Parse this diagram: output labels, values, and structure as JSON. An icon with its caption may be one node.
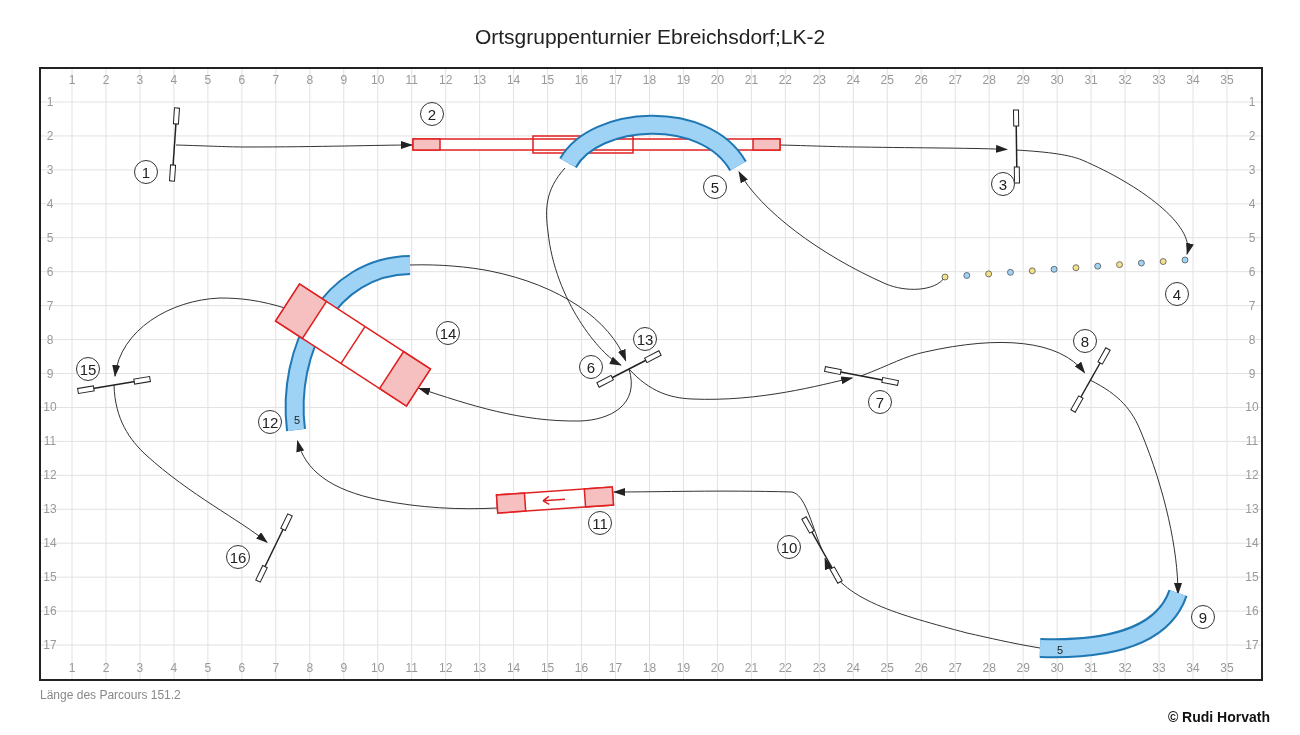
{
  "diagram": {
    "title": "Ortsgruppenturnier Ebreichsdorf;LK-2",
    "nodes": [
      {
        "text": [],
        "shape": "bar",
        "beside": [
          "1"
        ]
      },
      {
        "text": [],
        "shape": "plank",
        "beside": [
          "2"
        ]
      },
      {
        "text": [],
        "shape": "bar",
        "beside": [
          "3"
        ]
      },
      {
        "text": [],
        "shape": "poles",
        "beside": [
          "4"
        ]
      },
      {
        "text": [],
        "shape": "tube",
        "beside": [
          "5"
        ]
      },
      {
        "text": [],
        "shape": "bar",
        "beside": [
          "6",
          "13"
        ]
      },
      {
        "text": [],
        "shape": "bar",
        "beside": [
          "7"
        ]
      },
      {
        "text": [],
        "shape": "bar",
        "beside": [
          "8"
        ]
      },
      {
        "text": [
          "5"
        ],
        "beside": [
          "9"
        ]
      },
      {
        "text": [],
        "shape": "bar",
        "beside": [
          "10"
        ]
      },
      {
        "text": [],
        "shape": "plank",
        "beside": [
          "11"
        ]
      },
      {
        "text": [
          "5"
        ],
        "beside": [
          "12"
        ]
      },
      {
        "text": [],
        "shape": "ramp",
        "beside": [
          "14"
        ]
      },
      {
        "text": [],
        "shape": "bar",
        "beside": [
          "15"
        ]
      },
      {
        "text": [],
        "shape": "bar",
        "beside": [
          "16"
        ]
      }
    ],
    "edges": [
      {
        "from": 0,
        "to": 1,
        "arrow": "to"
      },
      {
        "from": 1,
        "to": 2,
        "arrow": "to"
      },
      {
        "from": 2,
        "to": 3,
        "arrow": "to"
      },
      {
        "from": 3,
        "to": 4,
        "arrow": "to"
      },
      {
        "from": 4,
        "to": 5,
        "arrow": "to"
      },
      {
        "from": 5,
        "to": 6,
        "arrow": "to"
      },
      {
        "from": 6,
        "to": 7,
        "arrow": "to"
      },
      {
        "from": 7,
        "to": 8,
        "arrow": "to"
      },
      {
        "from": 8,
        "to": 9,
        "arrow": "to"
      },
      {
        "from": 9,
        "to": 10,
        "arrow": "to"
      },
      {
        "from": 10,
        "to": 11,
        "arrow": "to"
      },
      {
        "from": 11,
        "to": 5,
        "arrow": "to"
      },
      {
        "from": 5,
        "to": 12,
        "arrow": "to"
      },
      {
        "from": 12,
        "to": 13,
        "arrow": "to"
      },
      {
        "from": 13,
        "to": 14,
        "arrow": "to"
      }
    ],
    "labels": [
      "1",
      "2",
      "3",
      "4",
      "5",
      "6",
      "7",
      "8",
      "9",
      "10",
      "11",
      "12",
      "13",
      "14",
      "15",
      "16",
      "17",
      "18",
      "19",
      "20",
      "21",
      "22",
      "23",
      "24",
      "25",
      "26",
      "27",
      "28",
      "29",
      "30",
      "31",
      "32",
      "33",
      "34",
      "35",
      "1",
      "2",
      "3",
      "4",
      "5",
      "6",
      "7",
      "8",
      "9",
      "10",
      "11",
      "12",
      "13",
      "14",
      "15",
      "16",
      "17",
      "1",
      "2",
      "3",
      "4",
      "5",
      "6",
      "7",
      "8",
      "9",
      "10",
      "11",
      "12",
      "13",
      "14",
      "15",
      "16",
      "17",
      "1",
      "2",
      "3",
      "4",
      "5",
      "6",
      "7",
      "8",
      "9",
      "10",
      "11",
      "12",
      "13",
      "14",
      "15",
      "16",
      "17",
      "18",
      "19",
      "20",
      "21",
      "22",
      "23",
      "24",
      "25",
      "26",
      "27",
      "28",
      "29",
      "30",
      "31",
      "32",
      "33",
      "34",
      "35",
      "Länge des Parcours 151.2",
      "© Rudi Horvath"
    ]
  }
}
